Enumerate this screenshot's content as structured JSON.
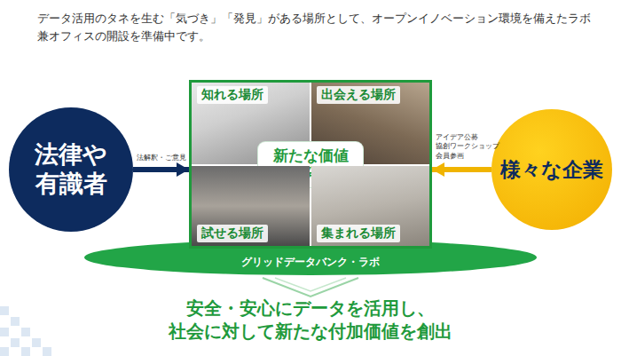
{
  "diagram": {
    "title": "データ活用のタネを生む「気づき」「発見」がある場所として、オープンイノベーション環境を備えたラボ 兼オフィスの開設を準備中です。",
    "caption": "安全・安心にデータを活用し、 社会に対して新たな付加価値を創出",
    "nodes": [
      {
        "text": [
          "法律や 有識者"
        ]
      },
      {
        "text": [
          "グリッドデータバンク・ラボ"
        ]
      },
      {
        "text": [
          "知れる場所"
        ],
        "in": 1
      },
      {
        "text": [
          "出会える場所"
        ],
        "in": 1
      },
      {
        "text": [
          "新たな価値 の発見"
        ],
        "in": 1
      },
      {
        "text": [
          "試せる場所"
        ],
        "in": 1
      },
      {
        "text": [
          "集まれる場所"
        ],
        "in": 1
      },
      {
        "text": [
          "様々な企業"
        ]
      }
    ],
    "edges": [
      {
        "from": 0,
        "to": 1,
        "arrow": "to",
        "label": "法解釈・ご意見"
      },
      {
        "from": 7,
        "to": 1,
        "arrow": "to",
        "label": "アイデア公募 協創ワークショップ 会員参画"
      }
    ]
  }
}
